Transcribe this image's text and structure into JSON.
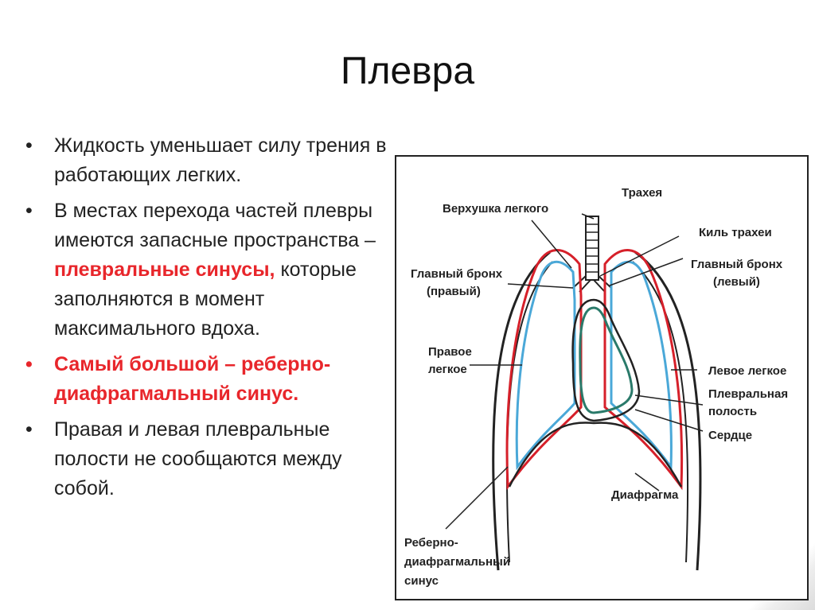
{
  "title": "Плевра",
  "bullets": {
    "b1": "Жидкость уменьшает силу трения в работающих легких.",
    "b2_before": "В местах перехода частей плевры имеются запасные пространства – ",
    "b2_highlight": "плевральные синусы,",
    "b2_after": " которые заполняются в момент максимального вдоха.",
    "b3": "Самый большой – реберно-диафрагмальный синус.",
    "b4": "Правая и левая плевральные полости не сообщаются между собой.",
    "marker": "•"
  },
  "diagram": {
    "labels": {
      "trachea": "Трахея",
      "apex_1": "Верхушка легкого",
      "keel": "Киль трахеи",
      "bronch_r_1": "Главный бронх",
      "bronch_r_2": "(правый)",
      "bronch_l_1": "Главный бронх",
      "bronch_l_2": "(левый)",
      "lung_r_1": "Правое",
      "lung_r_2": "легкое",
      "lung_l": "Левое легкое",
      "cavity_1": "Плевральная",
      "cavity_2": "полость",
      "heart": "Сердце",
      "diaphragm": "Диафрагма",
      "sinus_1": "Реберно-",
      "sinus_2": "диафрагмальный",
      "sinus_3": "синус"
    },
    "colors": {
      "parietal": "#d6202a",
      "visceral": "#4aa8d8",
      "heart_outline": "#2a7a6a",
      "bone": "#222222"
    }
  }
}
